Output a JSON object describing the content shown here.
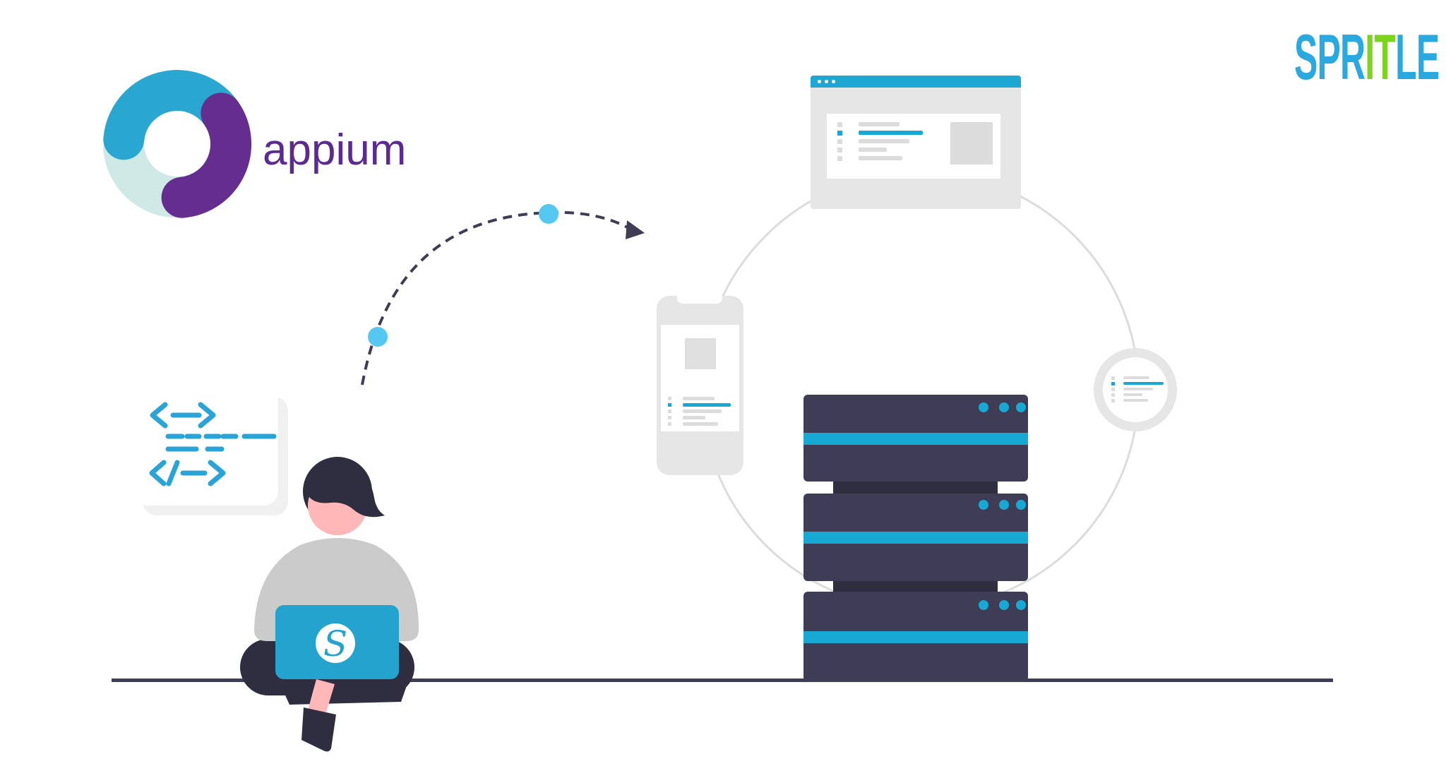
{
  "brand": {
    "appium": {
      "label": "appium",
      "wordmark_color": "#5b2b90",
      "swirl_colors": {
        "cyan": "#29a7d1",
        "purple": "#662d91",
        "pale_teal": "#cfe9e6"
      }
    },
    "spritle": {
      "segments": [
        {
          "text": "SPR",
          "color": "#2aa9e0"
        },
        {
          "text": "IT",
          "color": "#7dd41f"
        },
        {
          "text": "LE",
          "color": "#2aa9e0"
        }
      ]
    }
  },
  "illustration": {
    "laptop": {
      "logo_letter": "S",
      "color": "#25a3cf"
    },
    "colors": {
      "accent_teal": "#17a9d4",
      "browser_titlebar": "#1ea7d3",
      "code_icon_blue": "#2aa4d7",
      "dark_navy": "#3f3d56",
      "hair_navy": "#2f2e41",
      "skin_pink": "#ffb7b7",
      "sweater_gray": "#cbcbcb",
      "ui_gray": "#e6e6e6",
      "placeholder_gray": "#dcdcdc",
      "path_dot_cyan": "#54c8f0",
      "big_circle_gray": "#dcdcdc"
    }
  },
  "browser": {
    "rows": [
      {
        "w": 58
      },
      {
        "w": 91,
        "accent": true
      },
      {
        "w": 72
      },
      {
        "w": 40
      },
      {
        "w": 62
      }
    ]
  },
  "phone": {
    "rows": [
      {
        "w": 45
      },
      {
        "w": 68,
        "accent": true
      },
      {
        "w": 55
      },
      {
        "w": 32
      },
      {
        "w": 50
      }
    ]
  },
  "ring": {
    "rows": [
      {
        "w": 37
      },
      {
        "w": 57,
        "accent": true
      },
      {
        "w": 42
      },
      {
        "w": 27
      },
      {
        "w": 35
      }
    ]
  }
}
